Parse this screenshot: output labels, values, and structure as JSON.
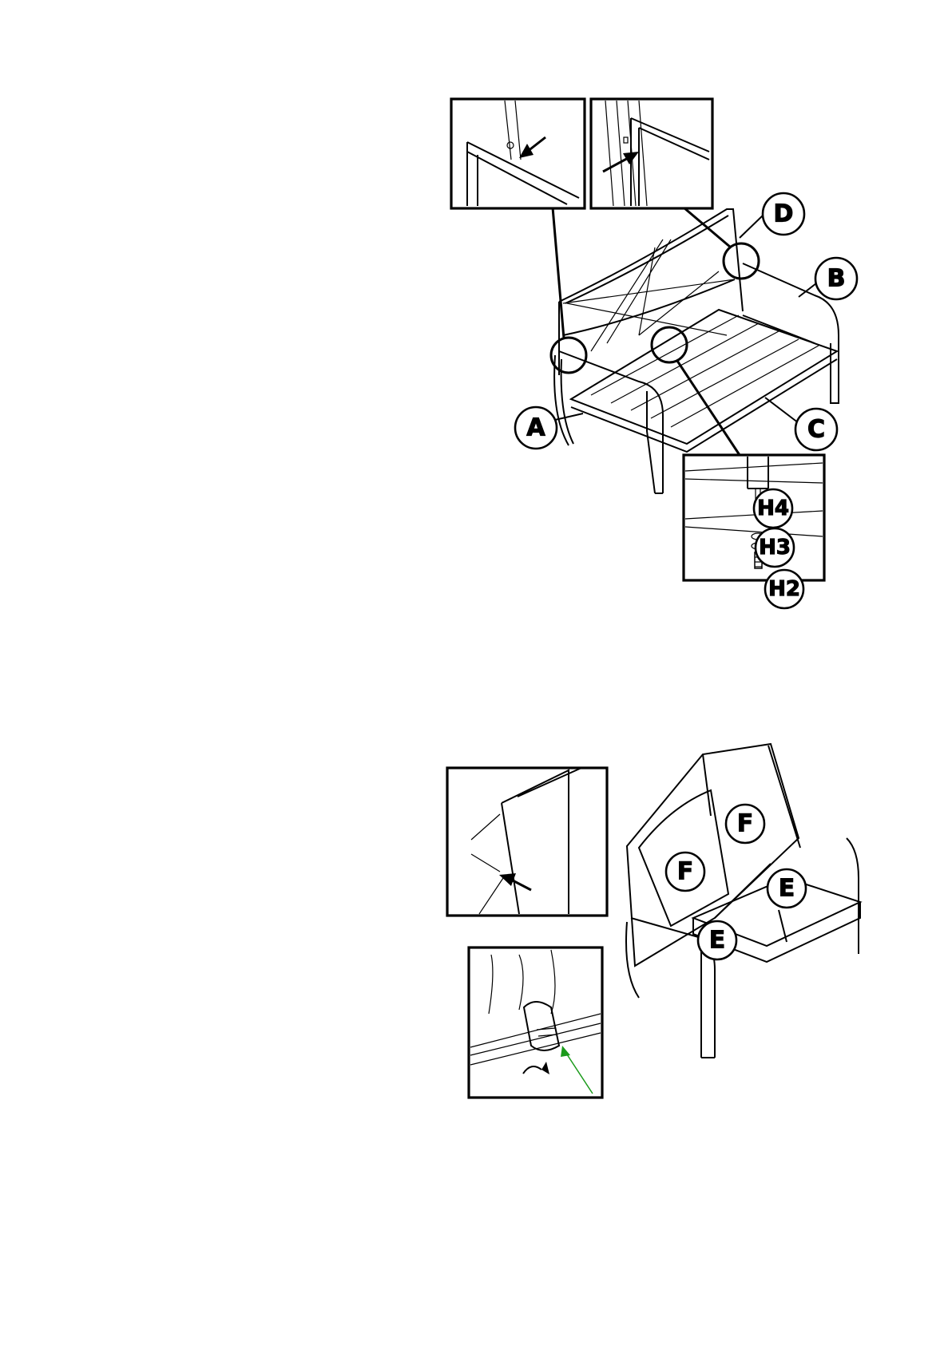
{
  "labels": {
    "part_a": "A",
    "part_b": "B",
    "part_c": "C",
    "part_d": "D",
    "hw_h4": "H4",
    "hw_h3": "H3",
    "hw_h2": "H2",
    "cushion_f_left": "F",
    "cushion_f_right": "F",
    "cushion_e_left": "E",
    "cushion_e_right": "E"
  }
}
